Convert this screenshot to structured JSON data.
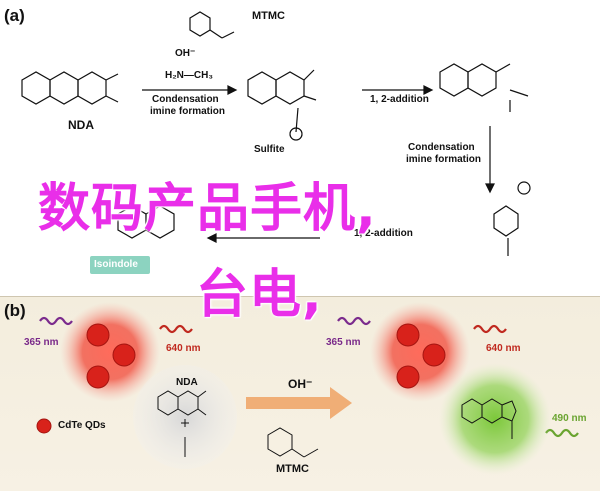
{
  "panel_a": {
    "label": "(a)",
    "nda_label": "NDA",
    "mtmc_label": "MTMC",
    "oh_label": "OH⁻",
    "h2n_label": "H₂N—CH₃",
    "condensation_label": "Condensation",
    "imine_formation_label": "imine formation",
    "sulfite_label": "Sulfite",
    "addition_label": "1, 2-addition",
    "condensation2_label": "Condensation",
    "imine_formation2_label": "imine formation",
    "isoindole_label": "Isoindole",
    "addition2_label": "1, 2-addition"
  },
  "panel_b": {
    "label": "(b)",
    "ex_left_label": "365 nm",
    "em_left_label": "640 nm",
    "ex_right_label": "365 nm",
    "em_right_label": "640 nm",
    "legend_label": "CdTe QDs",
    "nda_label": "NDA",
    "oh_label": "OH⁻",
    "mtmc_label": "MTMC",
    "em_green_label": "490 nm"
  },
  "watermark": {
    "line1": "数码产品手机,",
    "line2": "台电,"
  },
  "colors": {
    "qd_red": "#e0261e",
    "glow_green": "#8fd14f",
    "arrow_orange": "#f0a66a",
    "wave_purple": "#7b2b8d",
    "wave_red": "#c0291f",
    "wave_green": "#6aa430",
    "watermark_magenta": "#e92ee9"
  }
}
